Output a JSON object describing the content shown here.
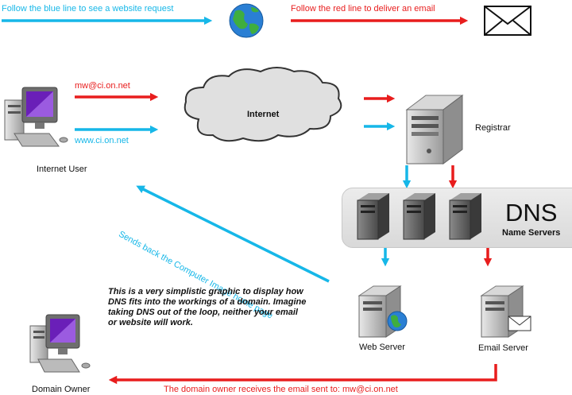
{
  "legend": {
    "blue_text": "Follow the blue line to see a website request",
    "red_text": "Follow the red line to deliver an email",
    "globe_icon": "globe-icon",
    "envelope_icon": "envelope-icon"
  },
  "user": {
    "email_label": "mw@ci.on.net",
    "web_label": "www.ci.on.net",
    "label": "Internet User"
  },
  "internet": {
    "label": "Internet"
  },
  "registrar": {
    "label": "Registrar"
  },
  "dns": {
    "title": "DNS",
    "subtitle": "Name Servers"
  },
  "return_path": {
    "label": "Sends back the Computer Image home page"
  },
  "note": {
    "text": "This is a very simplistic graphic to display how DNS fits into the workings of a domain. Imagine taking DNS out of the loop, neither your email or website will work."
  },
  "web_server": {
    "label": "Web Server"
  },
  "email_server": {
    "label": "Email Server"
  },
  "domain_owner": {
    "label": "Domain Owner"
  },
  "bottom": {
    "label": "The domain owner receives the email sent to: mw@ci.on.net"
  },
  "colors": {
    "blue": "#16b7e8",
    "red": "#e81d1d"
  }
}
